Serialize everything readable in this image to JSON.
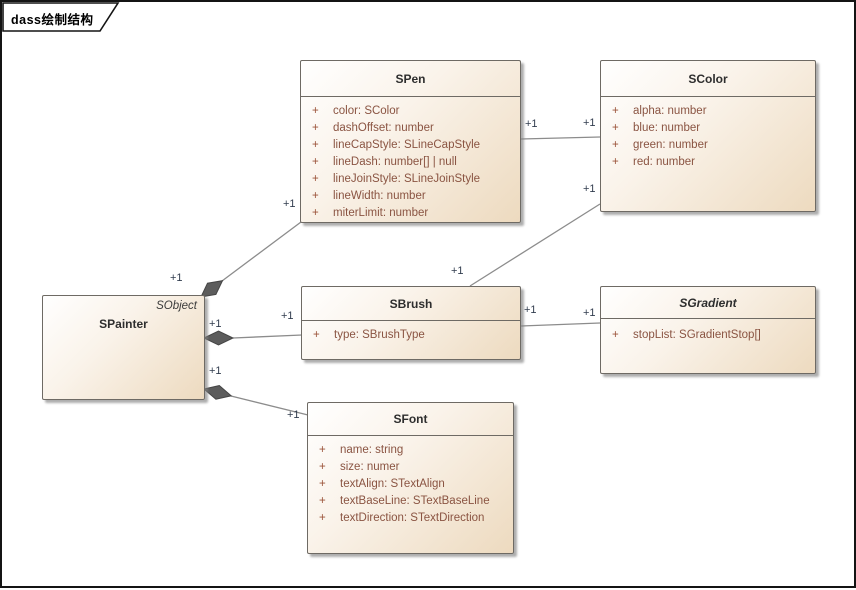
{
  "frame": {
    "title": "dass绘制结构"
  },
  "classes": {
    "spainter": {
      "name": "SPainter",
      "parent": "SObject",
      "attributes": []
    },
    "spen": {
      "name": "SPen",
      "attributes": [
        {
          "vis": "+",
          "text": "color: SColor"
        },
        {
          "vis": "+",
          "text": "dashOffset: number"
        },
        {
          "vis": "+",
          "text": "lineCapStyle: SLineCapStyle"
        },
        {
          "vis": "+",
          "text": "lineDash: number[] | null"
        },
        {
          "vis": "+",
          "text": "lineJoinStyle: SLineJoinStyle"
        },
        {
          "vis": "+",
          "text": "lineWidth: number"
        },
        {
          "vis": "+",
          "text": "miterLimit: number"
        }
      ]
    },
    "scolor": {
      "name": "SColor",
      "attributes": [
        {
          "vis": "+",
          "text": "alpha: number"
        },
        {
          "vis": "+",
          "text": "blue: number"
        },
        {
          "vis": "+",
          "text": "green: number"
        },
        {
          "vis": "+",
          "text": "red: number"
        }
      ]
    },
    "sbrush": {
      "name": "SBrush",
      "attributes": [
        {
          "vis": "+",
          "text": "type: SBrushType"
        }
      ]
    },
    "sgradient": {
      "name": "SGradient",
      "abstract": true,
      "attributes": [
        {
          "vis": "+",
          "text": "stopList: SGradientStop[]"
        }
      ]
    },
    "sfont": {
      "name": "SFont",
      "attributes": [
        {
          "vis": "+",
          "text": "name: string"
        },
        {
          "vis": "+",
          "text": "size: numer"
        },
        {
          "vis": "+",
          "text": "textAlign: STextAlign"
        },
        {
          "vis": "+",
          "text": "textBaseLine: STextBaseLine"
        },
        {
          "vis": "+",
          "text": "textDirection: STextDirection"
        }
      ]
    }
  },
  "connectors": [
    {
      "from": "SPainter",
      "to": "SPen",
      "type": "composition",
      "source_label": "+1",
      "target_label": "+1"
    },
    {
      "from": "SPainter",
      "to": "SBrush",
      "type": "composition",
      "source_label": "+1",
      "target_label": "+1"
    },
    {
      "from": "SPainter",
      "to": "SFont",
      "type": "composition",
      "source_label": "+1",
      "target_label": "+1"
    },
    {
      "from": "SPen",
      "to": "SColor",
      "type": "association",
      "source_label": "+1",
      "target_label": "+1"
    },
    {
      "from": "SBrush",
      "to": "SColor",
      "type": "association",
      "source_label": "+1",
      "target_label": "+1"
    },
    {
      "from": "SBrush",
      "to": "SGradient",
      "type": "association",
      "source_label": "+1",
      "target_label": "+1"
    }
  ],
  "colors": {
    "box_fill_top": "#ffffff",
    "box_fill_bottom": "#eddabf",
    "box_border": "#6e6a64",
    "attribute_text": "#8a5442",
    "title_text": "#2e2e2e",
    "line": "#8c8c8c",
    "diamond_fill": "#5c5c5c",
    "multiplicity_text": "#313c4e",
    "frame_border": "#141414"
  }
}
